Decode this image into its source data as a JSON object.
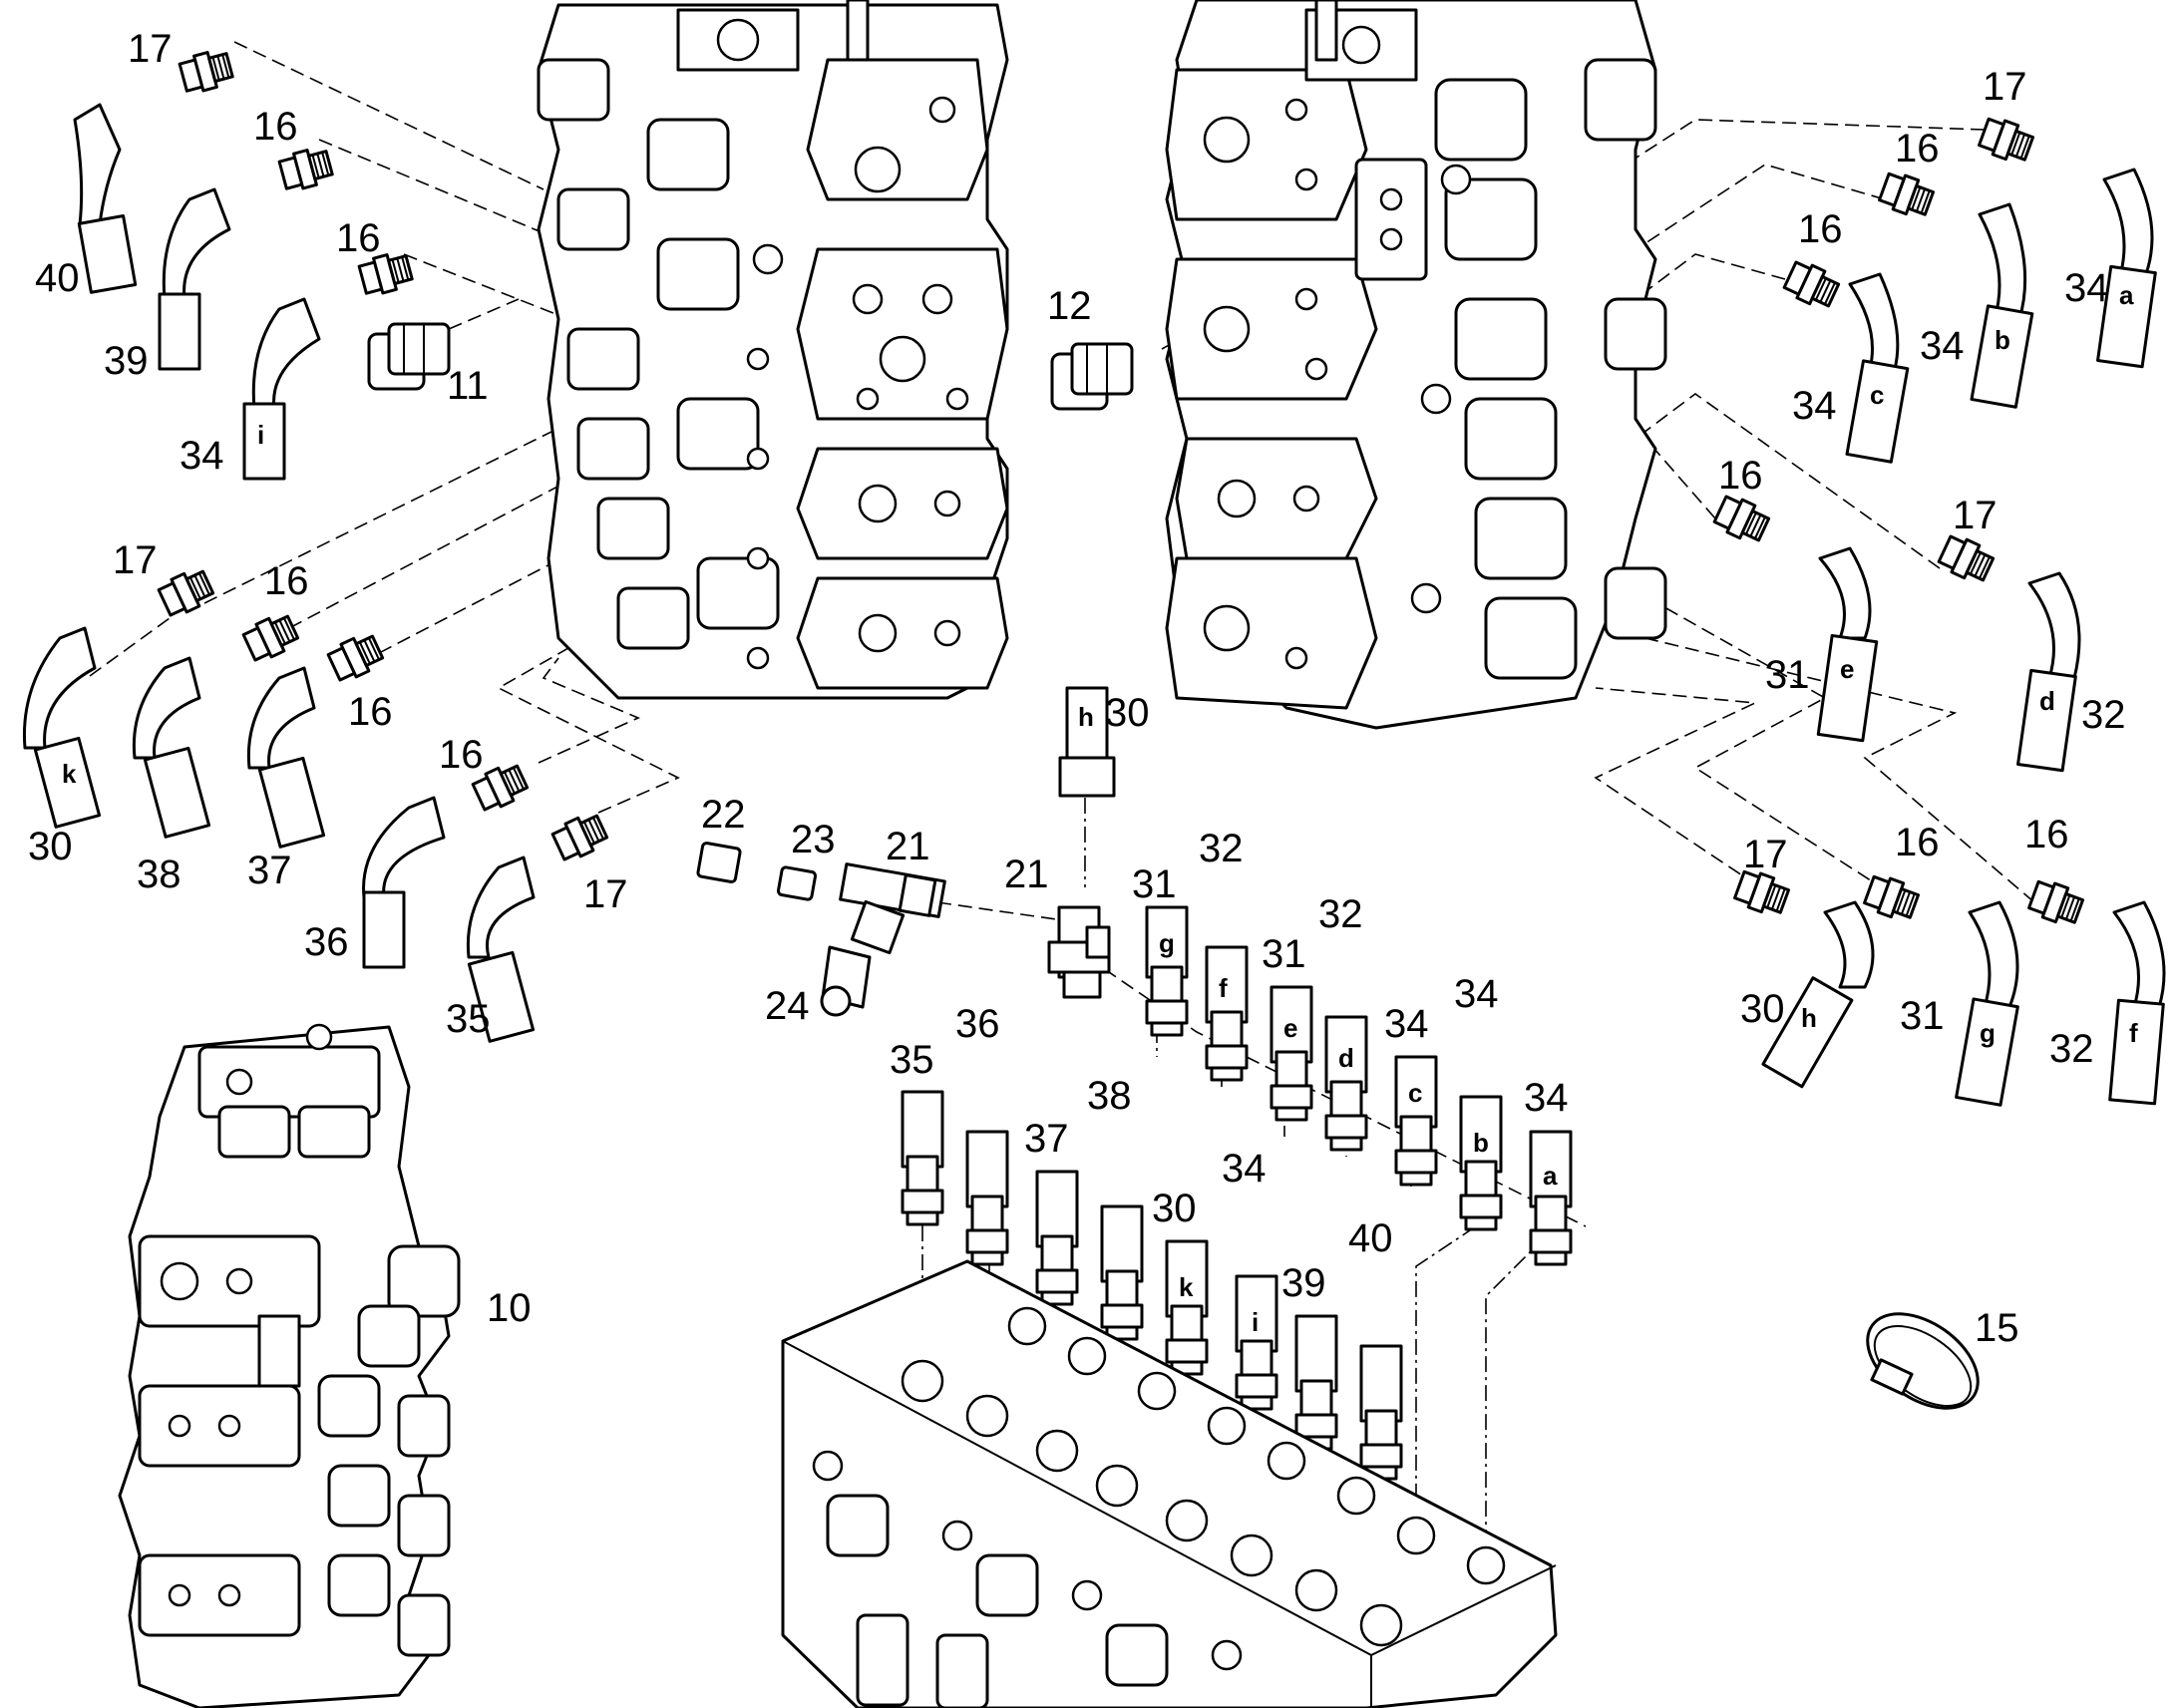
{
  "diagram": {
    "callouts": [
      "17",
      "16",
      "16",
      "11",
      "40",
      "39",
      "34",
      "17",
      "16",
      "16",
      "30",
      "38",
      "37",
      "16",
      "36",
      "17",
      "35",
      "12",
      "17",
      "16",
      "16",
      "34",
      "34",
      "34",
      "16",
      "17",
      "31",
      "32",
      "17",
      "16",
      "16",
      "30",
      "31",
      "32",
      "30",
      "22",
      "23",
      "21",
      "21",
      "24",
      "31",
      "32",
      "31",
      "32",
      "34",
      "34",
      "34",
      "35",
      "36",
      "37",
      "38",
      "30",
      "34",
      "39",
      "40",
      "10",
      "15"
    ],
    "hose_letters": [
      "i",
      "k",
      "a",
      "b",
      "c",
      "e",
      "d",
      "h",
      "g",
      "f",
      "h",
      "g",
      "f",
      "e",
      "d",
      "c",
      "b",
      "a",
      "k",
      "i"
    ]
  }
}
